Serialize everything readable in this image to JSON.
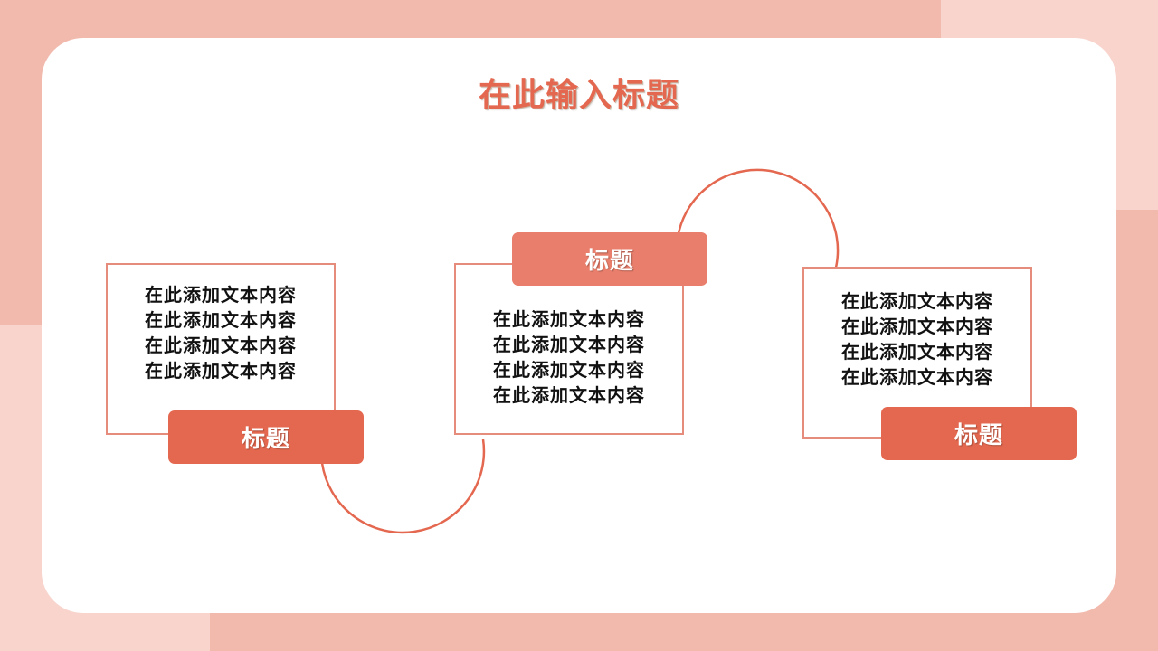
{
  "slide": {
    "title": "在此输入标题",
    "colors": {
      "accent": "#e4684f",
      "accent_light": "#e87e6b",
      "border": "#e58c7c",
      "background": "#f2b9ad",
      "background_light": "#f8d4cd",
      "card": "#ffffff"
    },
    "blocks": [
      {
        "label": "标题",
        "lines": [
          "在此添加文本内容",
          "在此添加文本内容",
          "在此添加文本内容",
          "在此添加文本内容"
        ]
      },
      {
        "label": "标题",
        "lines": [
          "在此添加文本内容",
          "在此添加文本内容",
          "在此添加文本内容",
          "在此添加文本内容"
        ]
      },
      {
        "label": "标题",
        "lines": [
          "在此添加文本内容",
          "在此添加文本内容",
          "在此添加文本内容",
          "在此添加文本内容"
        ]
      }
    ]
  }
}
